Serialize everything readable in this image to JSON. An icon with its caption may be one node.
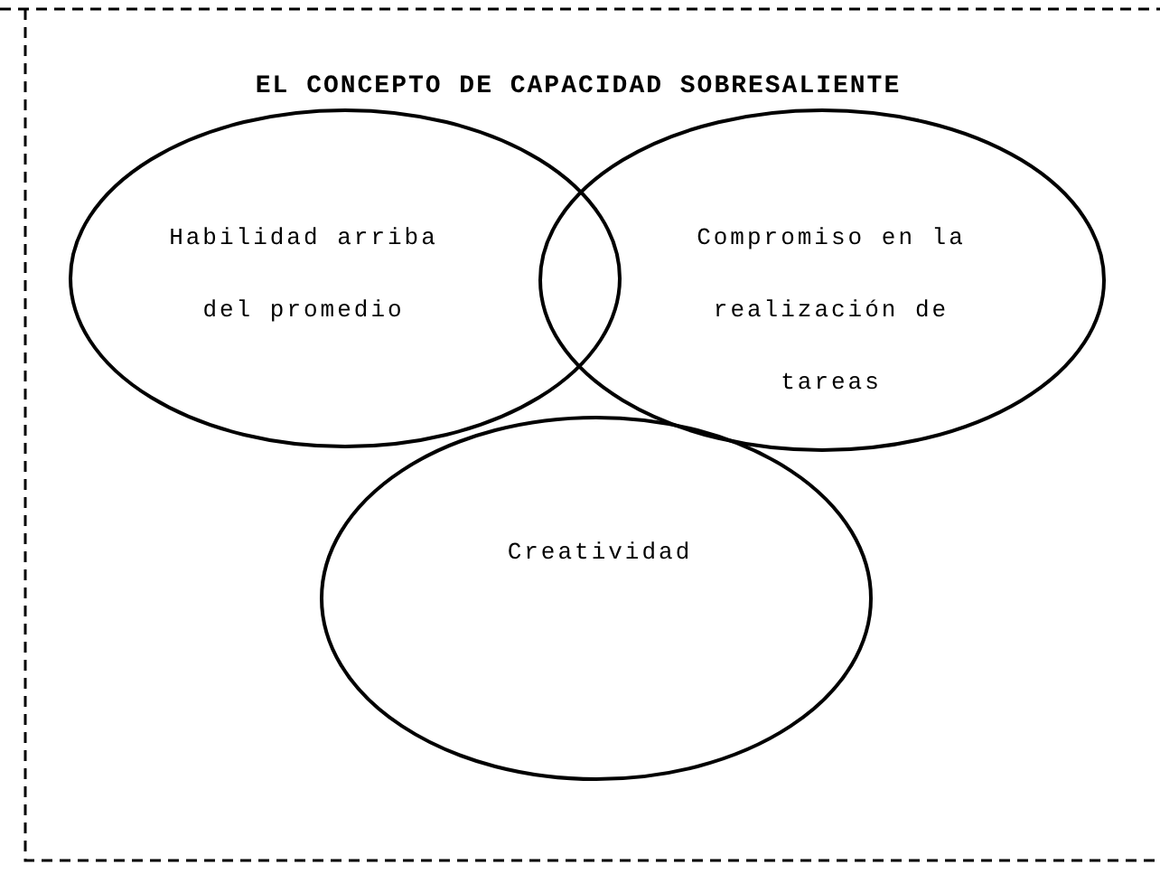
{
  "diagram": {
    "title": "EL CONCEPTO DE CAPACIDAD SOBRESALIENTE",
    "nodes": [
      {
        "text": [
          "Habilidad arriba del promedio"
        ]
      },
      {
        "text": [
          "Compromiso en la realización de tareas"
        ]
      },
      {
        "text": [
          "Creatividad"
        ]
      }
    ]
  }
}
